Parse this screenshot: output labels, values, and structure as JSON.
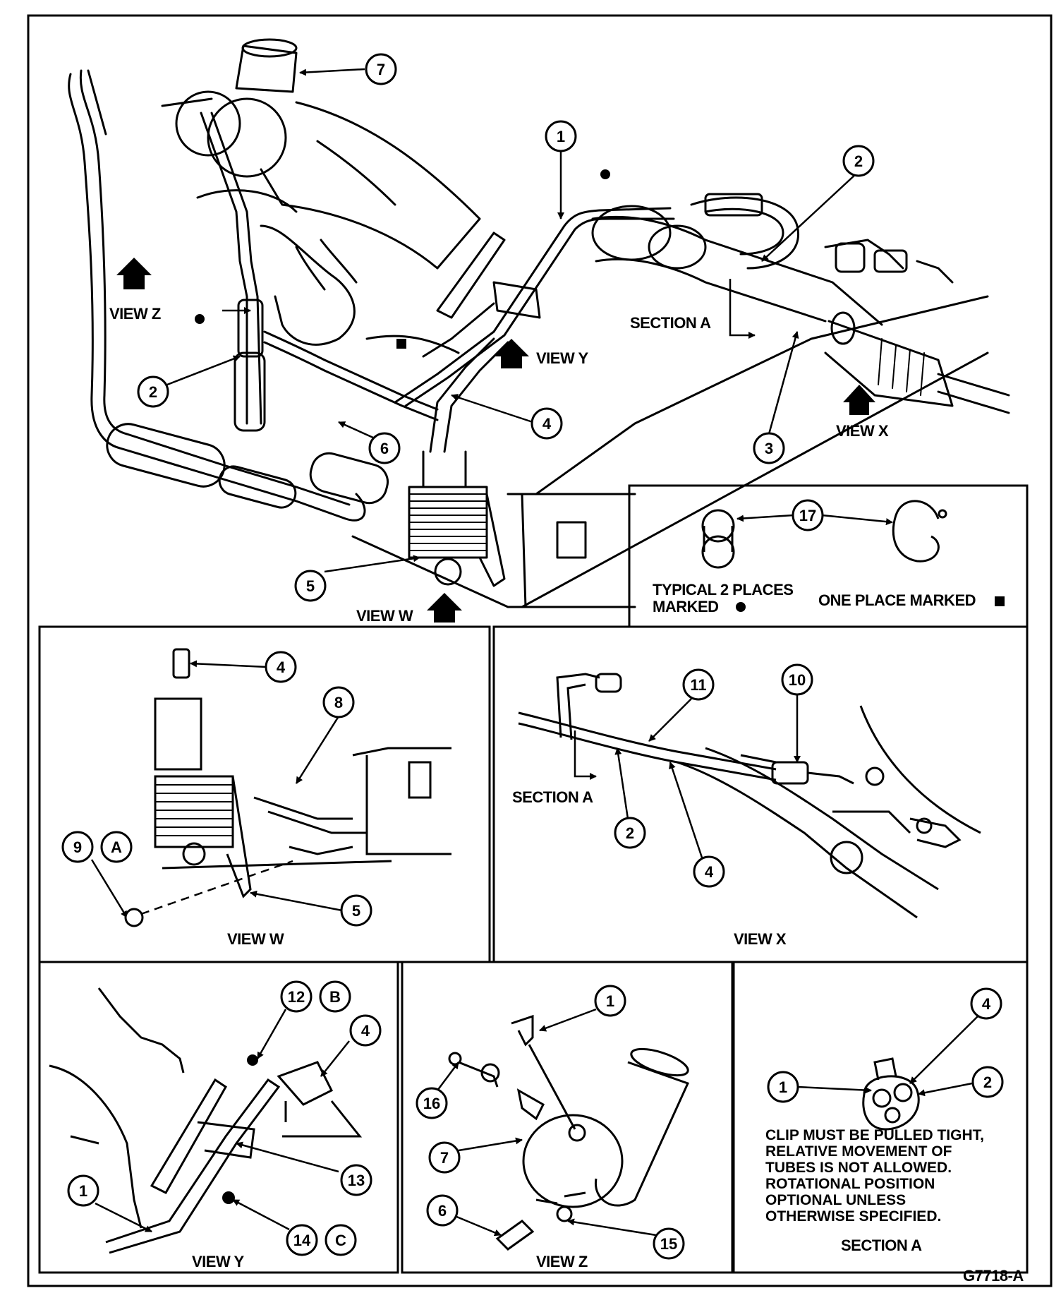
{
  "labels": {
    "view_z": "VIEW Z",
    "view_y_arrow": "VIEW Y",
    "view_x_arrow": "VIEW X",
    "view_w_arrow": "VIEW W",
    "section_a": "SECTION A",
    "typical": "TYPICAL 2 PLACES",
    "typical_marked": "MARKED",
    "one_place": "ONE PLACE MARKED",
    "panel_w": "VIEW W",
    "panel_x": "VIEW X",
    "panel_x_section": "SECTION A",
    "panel_y": "VIEW Y",
    "panel_z": "VIEW Z",
    "panel_section": "SECTION A",
    "figure_code": "G7718-A"
  },
  "note_lines": [
    "CLIP MUST BE PULLED TIGHT,",
    "RELATIVE MOVEMENT OF",
    "TUBES IS NOT ALLOWED.",
    "ROTATIONAL POSITION",
    "OPTIONAL UNLESS",
    "OTHERWISE SPECIFIED."
  ],
  "callouts": {
    "main": [
      "7",
      "1",
      "2",
      "2",
      "6",
      "4",
      "3",
      "5"
    ],
    "clip": [
      "17"
    ],
    "view_w": [
      "4",
      "8",
      "9",
      "A",
      "5"
    ],
    "view_x": [
      "11",
      "10",
      "2",
      "4"
    ],
    "view_y": [
      "12",
      "B",
      "4",
      "13",
      "1",
      "14",
      "C"
    ],
    "view_z": [
      "1",
      "16",
      "7",
      "6",
      "15"
    ],
    "section_a": [
      "4",
      "1",
      "2"
    ]
  }
}
